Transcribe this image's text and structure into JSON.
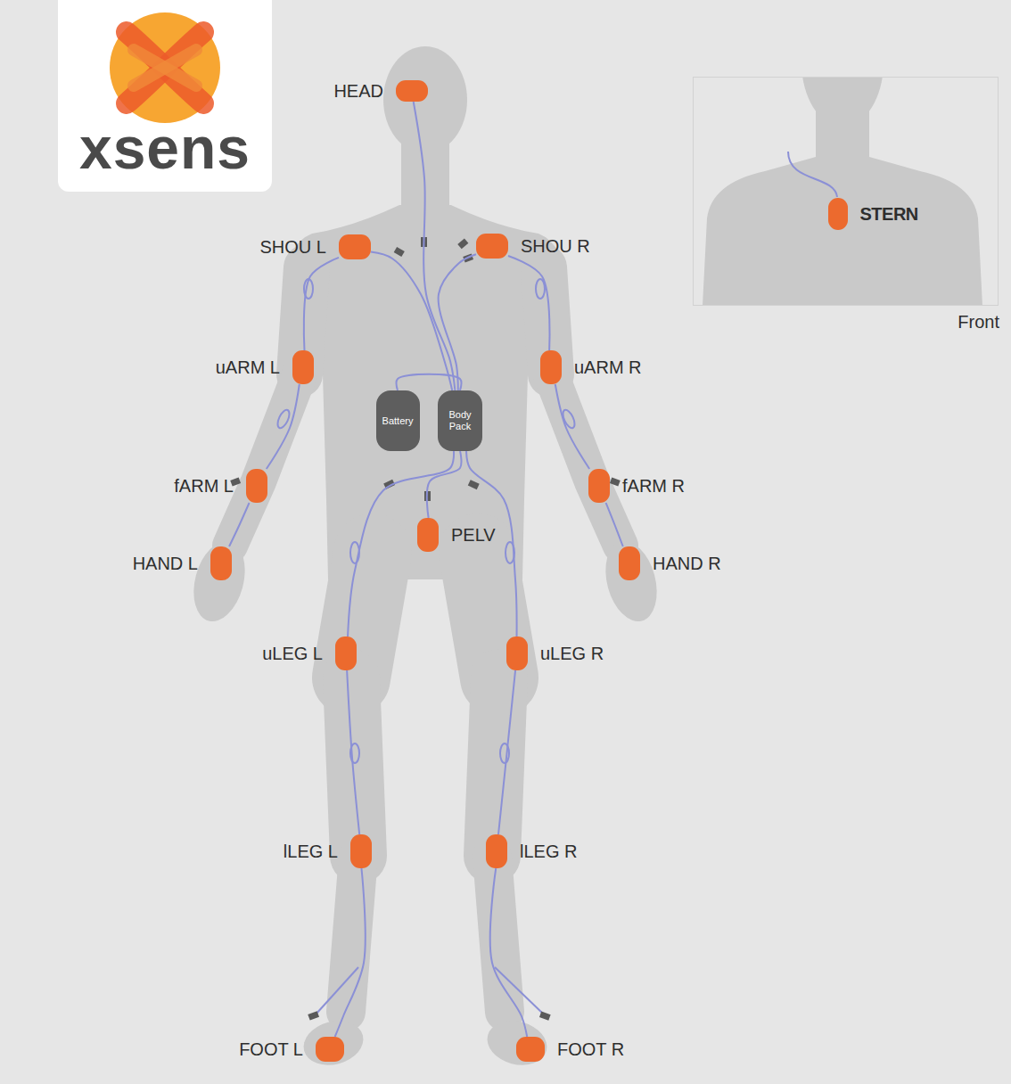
{
  "diagram": {
    "nodes": [
      {
        "text": [
          "HEAD"
        ]
      },
      {
        "text": [
          "Front"
        ]
      },
      {
        "text": [
          "STERN"
        ],
        "in": 1
      },
      {
        "text": [
          "SHOU L"
        ]
      },
      {
        "text": [
          "SHOU R"
        ]
      },
      {
        "text": [
          "uARM L"
        ]
      },
      {
        "text": [
          "uARM R"
        ]
      },
      {
        "text": [
          "Battery"
        ]
      },
      {
        "text": [
          "Body Pack"
        ]
      },
      {
        "text": [
          "fARM L"
        ]
      },
      {
        "text": [
          "fARM R"
        ]
      },
      {
        "text": [
          "PELV"
        ]
      },
      {
        "text": [
          "HAND L"
        ]
      },
      {
        "text": [
          "HAND R"
        ]
      },
      {
        "text": [
          "uLEG L"
        ]
      },
      {
        "text": [
          "uLEG R"
        ]
      },
      {
        "text": [
          "lLEG L"
        ]
      },
      {
        "text": [
          "lLEG R"
        ]
      },
      {
        "text": [
          "FOOT L"
        ]
      },
      {
        "text": [
          "FOOT R"
        ]
      }
    ],
    "edges": [
      {
        "from": 8,
        "to": 0,
        "arrow": "none"
      },
      {
        "from": 8,
        "to": 3,
        "arrow": "none"
      },
      {
        "from": 8,
        "to": 4,
        "arrow": "none"
      },
      {
        "from": 3,
        "to": 5,
        "arrow": "none"
      },
      {
        "from": 5,
        "to": 9,
        "arrow": "none"
      },
      {
        "from": 9,
        "to": 12,
        "arrow": "none"
      },
      {
        "from": 4,
        "to": 6,
        "arrow": "none"
      },
      {
        "from": 6,
        "to": 10,
        "arrow": "none"
      },
      {
        "from": 10,
        "to": 13,
        "arrow": "none"
      },
      {
        "from": 7,
        "to": 8,
        "arrow": "none"
      },
      {
        "from": 8,
        "to": 11,
        "arrow": "none"
      },
      {
        "from": 8,
        "to": 14,
        "arrow": "none"
      },
      {
        "from": 8,
        "to": 15,
        "arrow": "none"
      },
      {
        "from": 14,
        "to": 16,
        "arrow": "none"
      },
      {
        "from": 16,
        "to": 18,
        "arrow": "none"
      },
      {
        "from": 15,
        "to": 17,
        "arrow": "none"
      },
      {
        "from": 17,
        "to": 19,
        "arrow": "none"
      }
    ],
    "labels": [
      "xsens"
    ]
  }
}
